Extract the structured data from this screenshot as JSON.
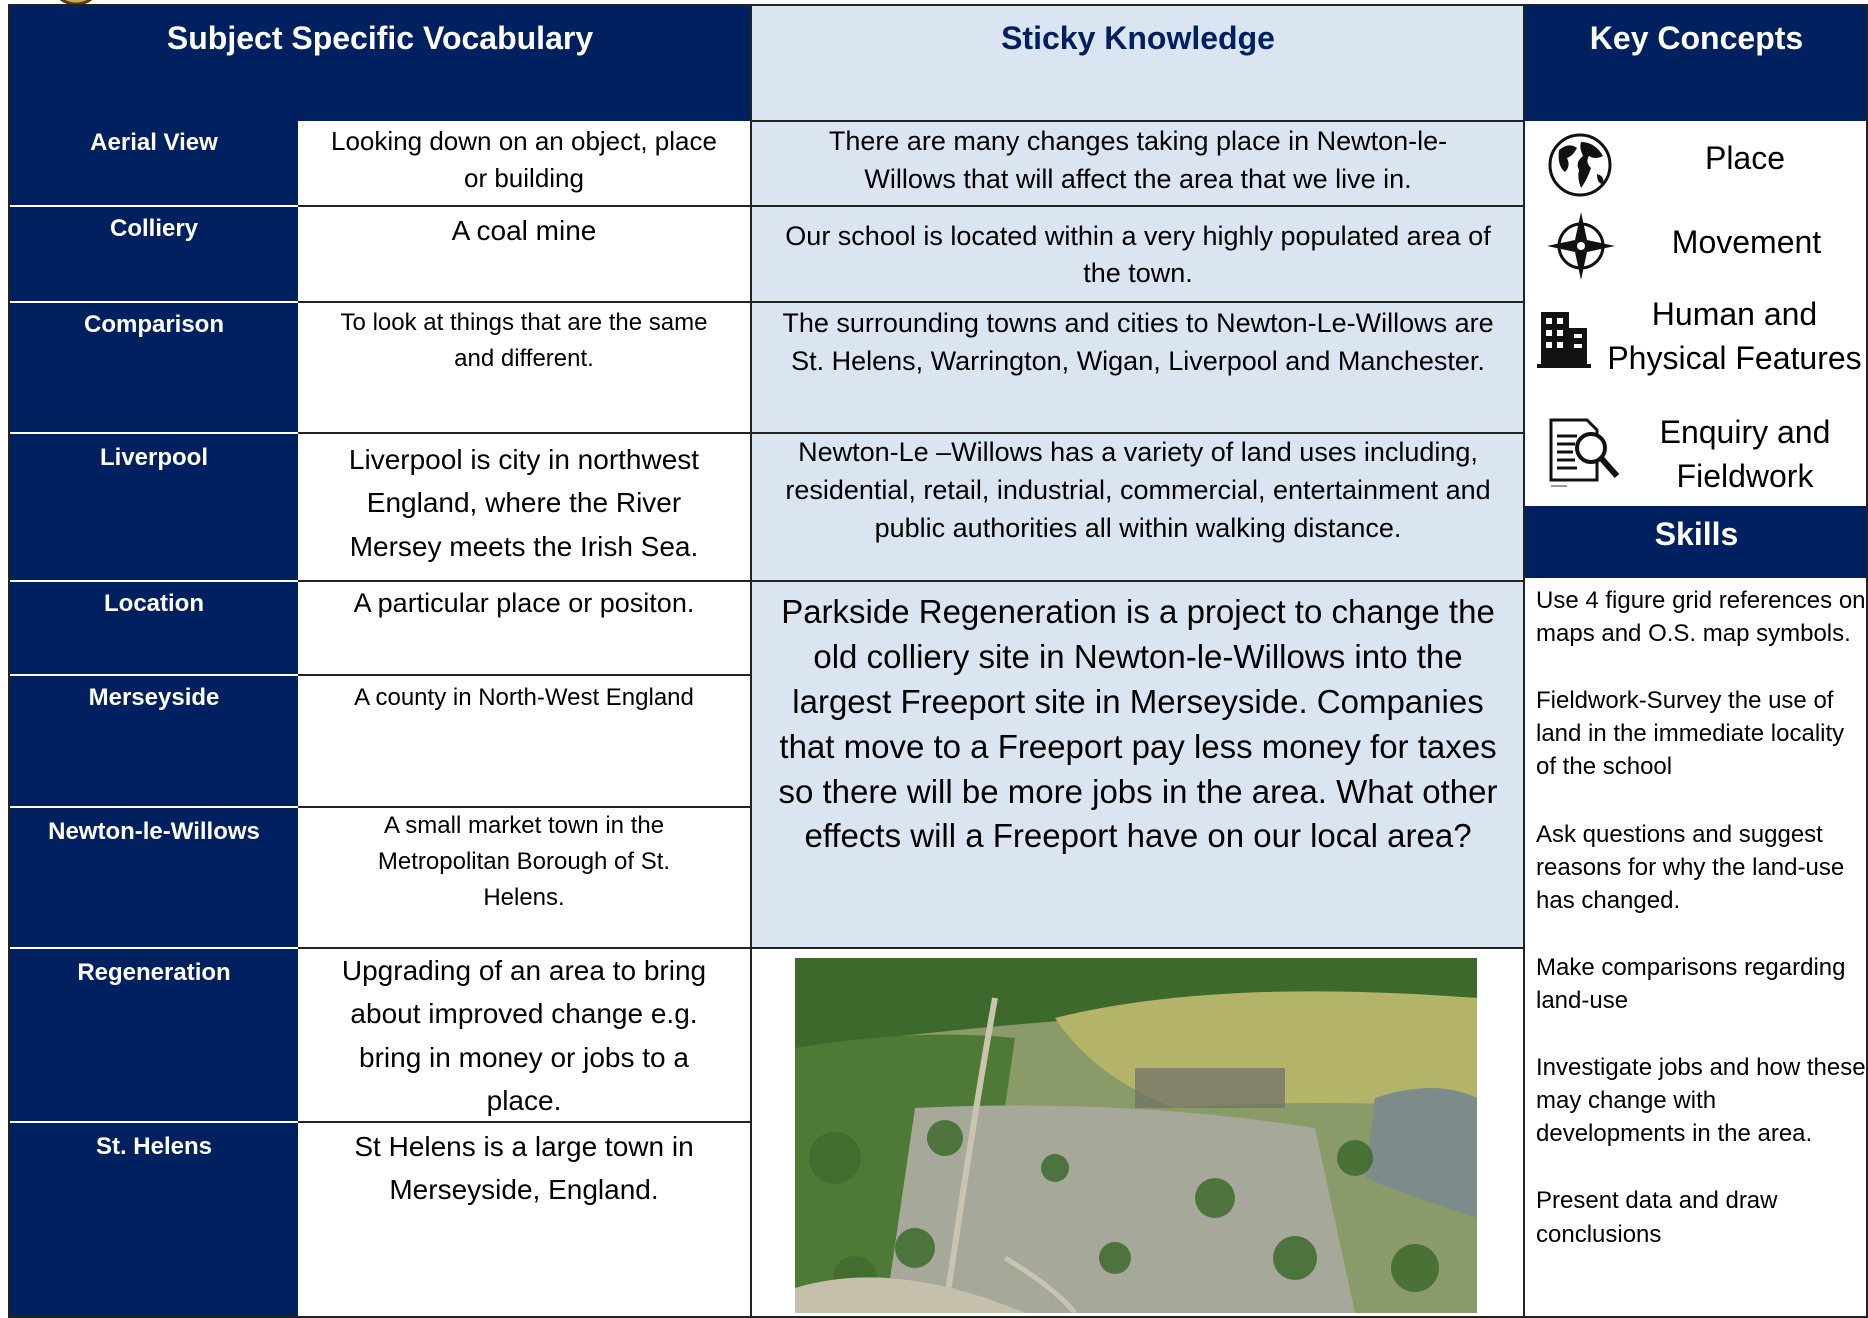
{
  "headers": {
    "vocab": "Subject Specific Vocabulary",
    "sticky": "Sticky Knowledge",
    "concepts": "Key Concepts",
    "skills": "Skills"
  },
  "vocab": [
    {
      "term": "Aerial View",
      "definition": "Looking down on an object, place or building"
    },
    {
      "term": "Colliery",
      "definition": "A coal mine"
    },
    {
      "term": "Comparison",
      "definition": "To look at things that are the same and different."
    },
    {
      "term": "Liverpool",
      "definition": "Liverpool is city in northwest England, where the River Mersey meets the Irish Sea."
    },
    {
      "term": "Location",
      "definition": "A particular place or positon."
    },
    {
      "term": "Merseyside",
      "definition": "A county in North-West England"
    },
    {
      "term": "Newton-le-Willows",
      "definition": "A small market town in the Metropolitan Borough of St. Helens."
    },
    {
      "term": "Regeneration",
      "definition": "Upgrading of an area to bring about improved change e.g. bring in money or jobs to a place."
    },
    {
      "term": "St. Helens",
      "definition": "St Helens is a large town in Merseyside, England."
    }
  ],
  "sticky": [
    "There are many changes taking place in Newton-le-Willows that will affect the area that we live in.",
    "Our school is located within a very highly populated area of the town.",
    "The surrounding towns and cities to Newton-Le-Willows are St. Helens, Warrington, Wigan,  Liverpool and Manchester.",
    "Newton-Le –Willows has a variety of land uses including, residential, retail, industrial, commercial, entertainment and  public authorities all within walking distance.",
    "Parkside Regeneration is a project to change the old colliery site in Newton-le-Willows into the largest Freeport site in Merseyside. Companies that move to a Freeport pay less money for taxes so there will be more jobs in the area. What other effects will a Freeport have on our local area?"
  ],
  "concepts": [
    {
      "label": "Place",
      "icon": "globe-icon"
    },
    {
      "label": "Movement",
      "icon": "compass-icon"
    },
    {
      "label": "Human and Physical Features",
      "icon": "building-icon"
    },
    {
      "label": "Enquiry and Fieldwork",
      "icon": "document-search-icon"
    }
  ],
  "skills": [
    "Use 4 figure grid references on maps and O.S. map symbols.",
    "Fieldwork-Survey the use of land in the immediate locality of the school",
    "Ask questions and suggest reasons for why the land-use has changed.",
    "Make comparisons regarding land-use",
    "Investigate jobs and how these may change with developments in the area.",
    "Present data and draw conclusions"
  ],
  "colors": {
    "navy": "#002060",
    "pale": "#dbe5f1"
  }
}
